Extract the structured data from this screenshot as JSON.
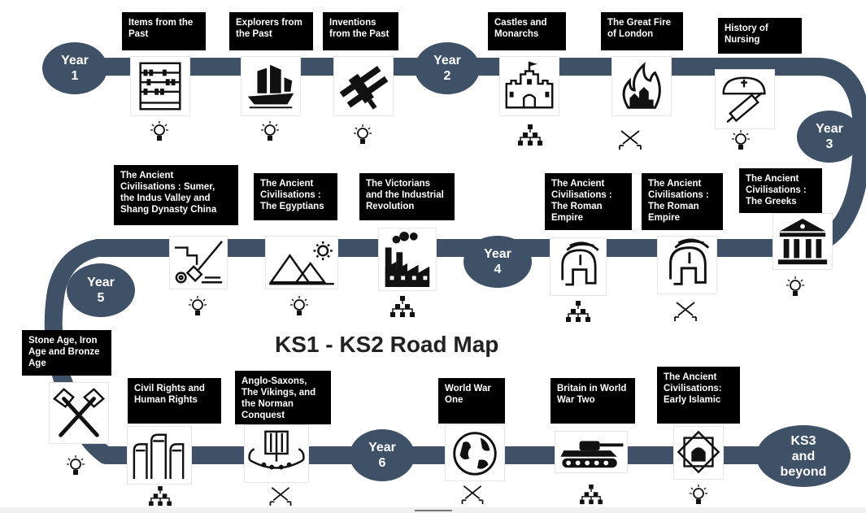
{
  "title": "KS1 - KS2 Road Map",
  "colors": {
    "road": "#3f5166",
    "label_bg": "#000000",
    "label_text": "#ffffff"
  },
  "milestones": {
    "year1": [
      "Year",
      "1"
    ],
    "year2": [
      "Year",
      "2"
    ],
    "year3": [
      "Year",
      "3"
    ],
    "year4": [
      "Year",
      "4"
    ],
    "year5": [
      "Year",
      "5"
    ],
    "year6": [
      "Year",
      "6"
    ],
    "ks3": [
      "KS3",
      "and",
      "beyond"
    ]
  },
  "topics": [
    {
      "lines": [
        "Items from the",
        "Past"
      ],
      "icon": "abacus-icon",
      "marker": "lightbulb-icon"
    },
    {
      "lines": [
        "Explorers from",
        "the Past"
      ],
      "icon": "ship-icon",
      "marker": "lightbulb-icon"
    },
    {
      "lines": [
        "Inventions",
        "from the Past"
      ],
      "icon": "biplane-icon",
      "marker": "lightbulb-icon"
    },
    {
      "lines": [
        "Castles and",
        "Monarchs"
      ],
      "icon": "castle-icon",
      "marker": "hierarchy-icon"
    },
    {
      "lines": [
        "The Great Fire",
        "of London"
      ],
      "icon": "fire-icon",
      "marker": "crossed-swords-icon"
    },
    {
      "lines": [
        "History of",
        "Nursing"
      ],
      "icon": "nurse-syringe-icon",
      "marker": "lightbulb-icon"
    },
    {
      "lines": [
        "The Ancient",
        "Civilisations :",
        "The Greeks"
      ],
      "icon": "greek-temple-icon",
      "marker": "lightbulb-icon"
    },
    {
      "lines": [
        "The Ancient",
        "Civilisations :",
        "The Roman",
        "Empire"
      ],
      "icon": "roman-helmet-icon",
      "marker": "crossed-swords-icon"
    },
    {
      "lines": [
        "The Ancient",
        "Civilisations :",
        "The Roman",
        "Empire"
      ],
      "icon": "roman-helmet-icon",
      "marker": "hierarchy-icon"
    },
    {
      "lines": [
        "The Victorians",
        "and the Industrial",
        "Revolution"
      ],
      "icon": "factory-icon",
      "marker": "hierarchy-icon"
    },
    {
      "lines": [
        "The Ancient",
        "Civilisations :",
        "The Egyptians"
      ],
      "icon": "pyramids-icon",
      "marker": "lightbulb-icon"
    },
    {
      "lines": [
        "The Ancient",
        "Civilisations : Sumer,",
        "the Indus Valley and",
        "Shang Dynasty China"
      ],
      "icon": "excavation-icon",
      "marker": "lightbulb-icon"
    },
    {
      "lines": [
        "Stone Age, Iron",
        "Age and Bronze",
        "Age"
      ],
      "icon": "stone-axes-icon",
      "marker": "lightbulb-icon"
    },
    {
      "lines": [
        "Civil Rights and",
        "Human Rights"
      ],
      "icon": "raised-fists-icon",
      "marker": "hierarchy-icon"
    },
    {
      "lines": [
        "Anglo-Saxons,",
        "The Vikings, and",
        "the Norman",
        "Conquest"
      ],
      "icon": "viking-ship-icon",
      "marker": "crossed-swords-icon"
    },
    {
      "lines": [
        "World War",
        "One"
      ],
      "icon": "globe-icon",
      "marker": "crossed-swords-icon"
    },
    {
      "lines": [
        "Britain in World",
        "War Two"
      ],
      "icon": "tank-icon",
      "marker": "hierarchy-icon"
    },
    {
      "lines": [
        "The Ancient",
        "Civilisations:",
        "Early Islamic"
      ],
      "icon": "islamic-star-icon",
      "marker": "lightbulb-icon"
    }
  ]
}
